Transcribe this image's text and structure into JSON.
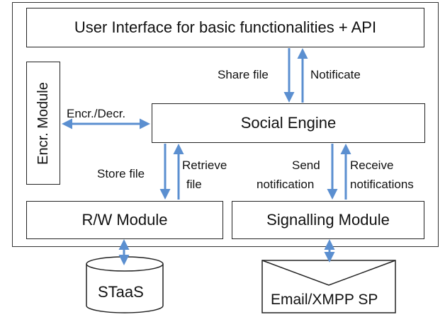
{
  "ui_box": "User Interface for basic functionalities + API",
  "encr_module": "Encr. Module",
  "social_engine": "Social Engine",
  "rw_module": "R/W Module",
  "signalling_module": "Signalling Module",
  "staas": "STaaS",
  "email_xmpp": "Email/XMPP SP",
  "labels": {
    "share_file": "Share file",
    "notificate": "Notificate",
    "encr_decr": "Encr./Decr.",
    "store_file": "Store file",
    "retrieve_1": "Retrieve",
    "retrieve_2": "file",
    "send_1": "Send",
    "send_2": "notification",
    "receive_1": "Receive",
    "receive_2": "notifications"
  },
  "colors": {
    "arrow": "#5b8fd0",
    "border": "#222222"
  }
}
